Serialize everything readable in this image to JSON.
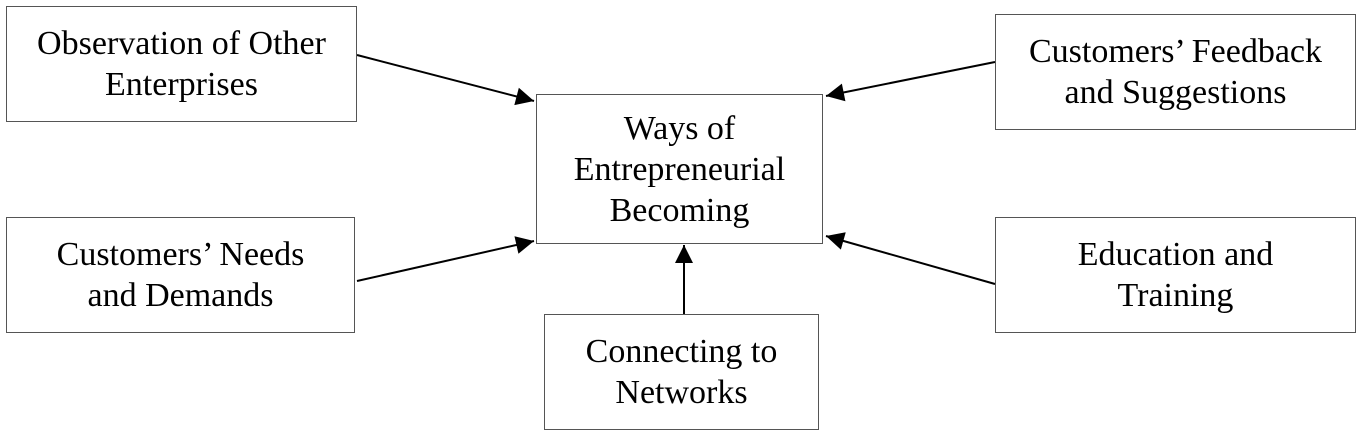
{
  "diagram": {
    "center": {
      "label": "Ways of\nEntrepreneurial\nBecoming"
    },
    "inputs": [
      {
        "id": "observation",
        "label": "Observation of Other\nEnterprises"
      },
      {
        "id": "feedback",
        "label": "Customers’ Feedback\nand Suggestions"
      },
      {
        "id": "needs",
        "label": "Customers’ Needs\nand Demands"
      },
      {
        "id": "education",
        "label": "Education and\nTraining"
      },
      {
        "id": "networks",
        "label": "Connecting to\nNetworks"
      }
    ],
    "edges": [
      {
        "from": "observation",
        "to": "center"
      },
      {
        "from": "feedback",
        "to": "center"
      },
      {
        "from": "needs",
        "to": "center"
      },
      {
        "from": "education",
        "to": "center"
      },
      {
        "from": "networks",
        "to": "center"
      }
    ]
  }
}
